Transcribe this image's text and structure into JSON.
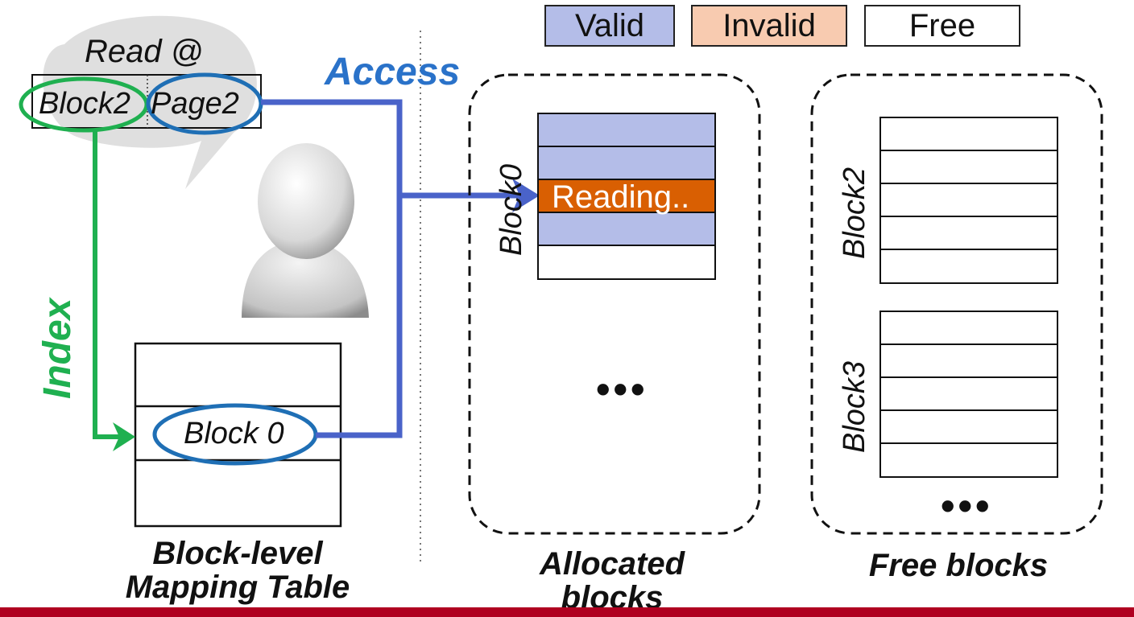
{
  "legend": {
    "valid_label": "Valid",
    "invalid_label": "Invalid",
    "free_label": "Free"
  },
  "request": {
    "read_label": "Read @",
    "block_label": "Block2",
    "page_label": "Page2"
  },
  "arrows": {
    "access_label": "Access",
    "index_label": "Index"
  },
  "mapping_table": {
    "entry_label": "Block 0",
    "caption_line1": "Block-level",
    "caption_line2": "Mapping Table"
  },
  "allocated": {
    "block_title": "Block0",
    "reading_label": "Reading..",
    "ellipsis": "•••",
    "caption_line1": "Allocated",
    "caption_line2": "blocks"
  },
  "free": {
    "block2_title": "Block2",
    "block3_title": "Block3",
    "ellipsis": "•••",
    "caption": "Free blocks"
  },
  "colors": {
    "valid": "#b4bde8",
    "invalid": "#f8cbb0",
    "reading": "#d95f02",
    "index_arrow": "#1fb050",
    "access_arrow": "#4a63c9",
    "access_text": "#2a72c9",
    "oval_blue": "#1f6fb5",
    "oval_green": "#1fb050",
    "footer": "#b00020"
  }
}
